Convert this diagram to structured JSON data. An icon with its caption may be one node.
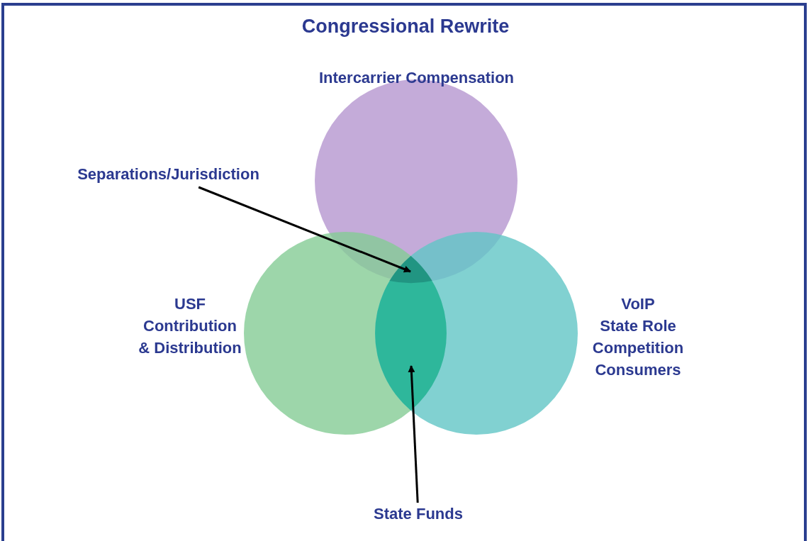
{
  "diagram": {
    "title": "Congressional Rewrite",
    "nodes": [
      {
        "text": [
          "Intercarrier Compensation"
        ]
      },
      {
        "text": [
          "USF Contribution & Distribution"
        ]
      },
      {
        "text": [
          "VoIP",
          "State Role",
          "Competition",
          "Consumers"
        ]
      },
      {
        "text": [
          "Separations/Jurisdiction"
        ]
      },
      {
        "text": [
          "State Funds"
        ]
      },
      {
        "text": [],
        "shape": "lens"
      },
      {
        "text": [],
        "shape": "lens"
      }
    ],
    "edges": [
      {
        "from": 3,
        "to": 6,
        "arrow": "to"
      },
      {
        "from": 4,
        "to": 5,
        "arrow": "to"
      }
    ]
  }
}
